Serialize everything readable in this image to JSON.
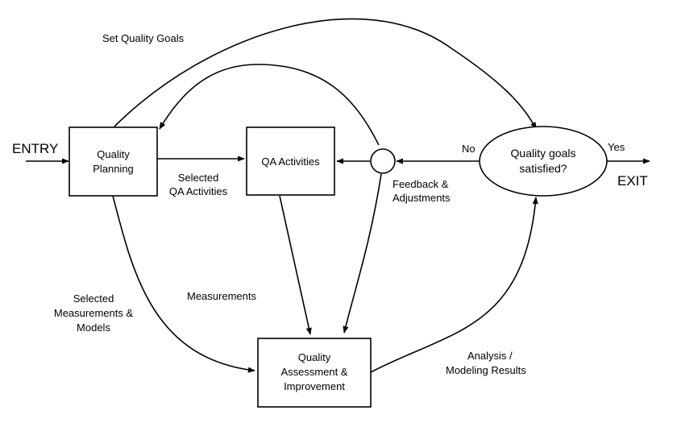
{
  "diagram": {
    "nodes": {
      "quality_planning": [
        "Quality",
        "Planning"
      ],
      "qa_activities": [
        "QA Activities"
      ],
      "quality_assessment": [
        "Quality",
        "Assessment &",
        "Improvement"
      ],
      "decision": [
        "Quality goals",
        "satisfied?"
      ]
    },
    "terminals": {
      "entry": "ENTRY",
      "exit": "EXIT"
    },
    "edge_labels": {
      "set_quality_goals": "Set Quality Goals",
      "selected_qa_activities": [
        "Selected",
        "QA Activities"
      ],
      "feedback_adjustments": [
        "Feedback &",
        "Adjustments"
      ],
      "no": "No",
      "yes": "Yes",
      "measurements": "Measurements",
      "selected_measurements_models": [
        "Selected",
        "Measurements &",
        "Models"
      ],
      "analysis_modeling_results": [
        "Analysis /",
        "Modeling Results"
      ]
    }
  }
}
